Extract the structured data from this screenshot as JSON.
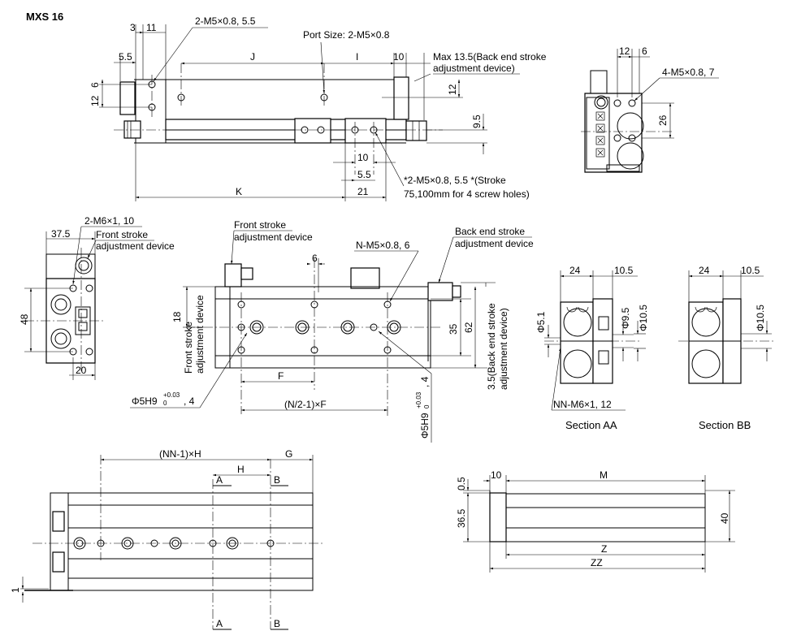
{
  "title": "MXS 16",
  "top_view": {
    "d3": "3",
    "d11": "11",
    "d55": "5.5",
    "d12": "12",
    "d6": "6",
    "J": "J",
    "I": "I",
    "d10": "10",
    "d12r": "12",
    "d95": "9.5",
    "d10b": "10",
    "d55b": "5.5",
    "K": "K",
    "d21": "21",
    "note_m5": "2-M5×0.8, 5.5",
    "port_size": "Port Size: 2-M5×0.8",
    "max135_a": "Max 13.5(Back end stroke",
    "max135_b": "adjustment device)",
    "strk_a": "*2-M5×0.8, 5.5 *(Stroke",
    "strk_b": "75,100mm for 4 screw holes)"
  },
  "right_end_view": {
    "d12": "12",
    "d6": "6",
    "d26": "26",
    "note": "4-M5×0.8, 7"
  },
  "left_end_view": {
    "d375": "37.5",
    "d48": "48",
    "d20": "20",
    "note": "2-M6×1, 10",
    "front_a": "Front stroke",
    "front_b": "adjustment device"
  },
  "bottom_view": {
    "front_a": "Front stroke",
    "front_b": "adjustment device",
    "back_a": "Back end stroke",
    "back_b": "adjustment device",
    "nm5": "N-M5×0.8, 6",
    "d6": "6",
    "d18": "18",
    "side_front_a": "Front stroke",
    "side_front_b": "adjustment device",
    "d35": "35",
    "d62": "62",
    "side_back_a": "3.5(Back end stroke",
    "side_back_b": "adjustment device)",
    "F": "F",
    "nF": "(N/2-1)×F",
    "phi_left": "Φ5H9",
    "phi_right": "Φ5H9",
    "tol_up": "+0.03",
    "tol_dn": "0",
    "depth": ", 4"
  },
  "section_aa": {
    "d24": "24",
    "d105": "10.5",
    "phi51": "Φ5.1",
    "phi95": "Φ9.5",
    "phi105": "Φ10.5",
    "nn": "NN-M6×1, 12",
    "label": "Section AA"
  },
  "section_bb": {
    "d24": "24",
    "d105": "10.5",
    "phi105": "Φ10.5",
    "label": "Section BB"
  },
  "table_view": {
    "nnH": "(NN-1)×H",
    "G": "G",
    "H": "H",
    "A": "A",
    "B": "B",
    "d1": "1"
  },
  "side_view": {
    "d05": "0.5",
    "d10": "10",
    "M": "M",
    "d365": "36.5",
    "d40": "40",
    "Z": "Z",
    "ZZ": "ZZ"
  }
}
